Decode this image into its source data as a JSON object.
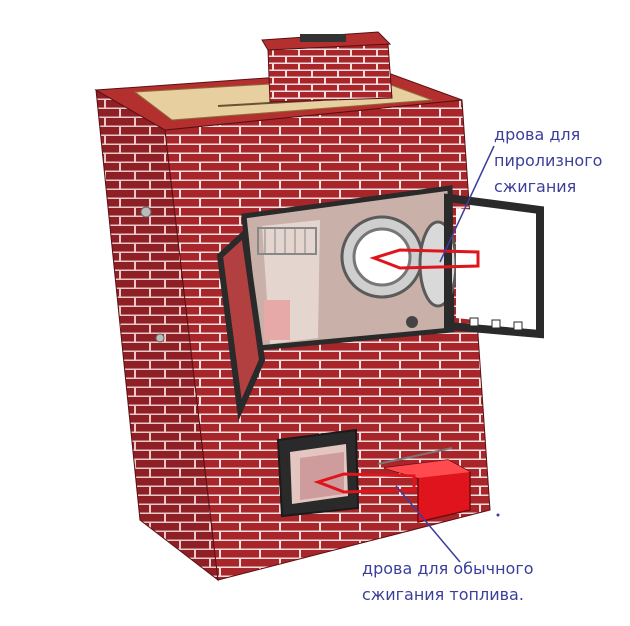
{
  "annotations": {
    "pyrolysis_line1": "дрова для",
    "pyrolysis_line2": "пиролизного",
    "pyrolysis_line3": "сжигания",
    "normal_line1": "дрова для обычного",
    "normal_line2": "сжигания топлива."
  },
  "colors": {
    "brick": "#a8252a",
    "mortar": "#f2dede",
    "top_board": "#e8cf9f",
    "door_frame": "#2a2a2a",
    "red_drawer": "#e0141c",
    "annotation_text": "#3b3f9a",
    "arrow_line": "#3b3f9a"
  }
}
